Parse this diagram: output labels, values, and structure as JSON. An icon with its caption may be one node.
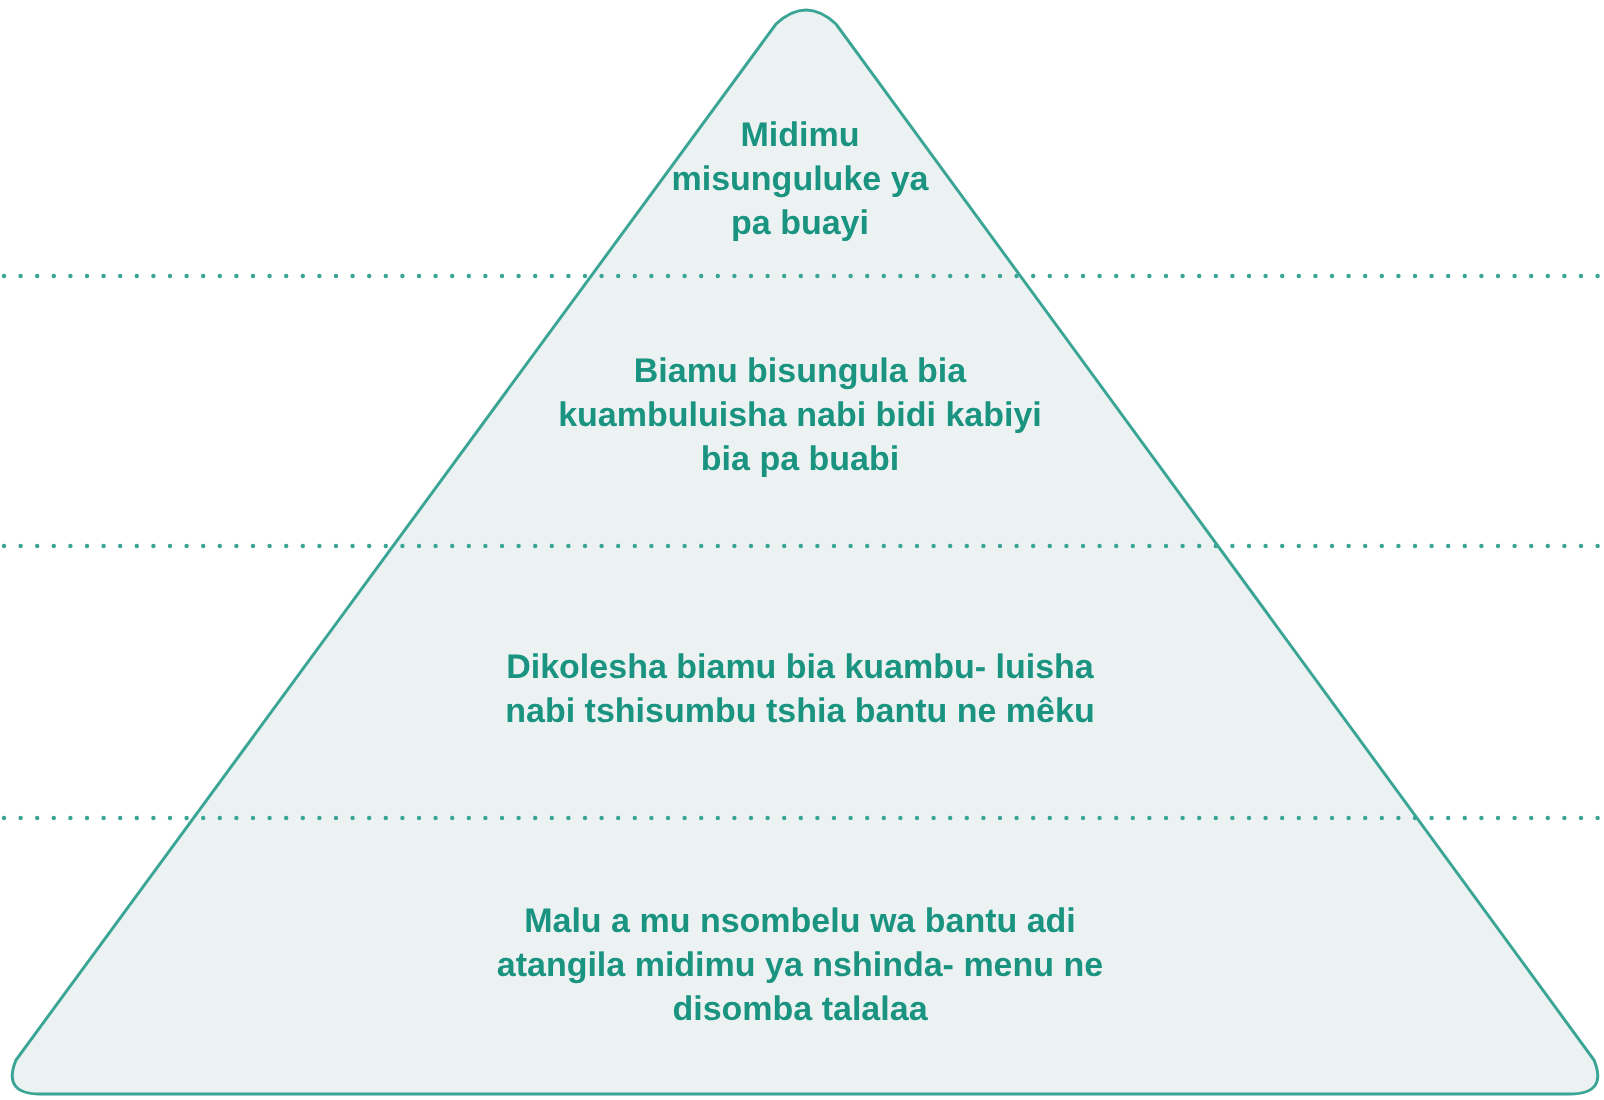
{
  "diagram": {
    "nodes": [
      {
        "text": [
          "Midimu misunguluke ya pa buayi"
        ]
      },
      {
        "text": [
          "Biamu bisungula bia kuambuluisha nabi bidi kabiyi bia pa buabi"
        ]
      },
      {
        "text": [
          "Dikolesha biamu bia kuambu- luisha nabi tshisumbu tshia bantu ne mêku"
        ]
      },
      {
        "text": [
          "Malu a mu nsombelu wa bantu adi atangila midimu ya nshinda- menu ne disomba talalaa"
        ]
      }
    ]
  }
}
